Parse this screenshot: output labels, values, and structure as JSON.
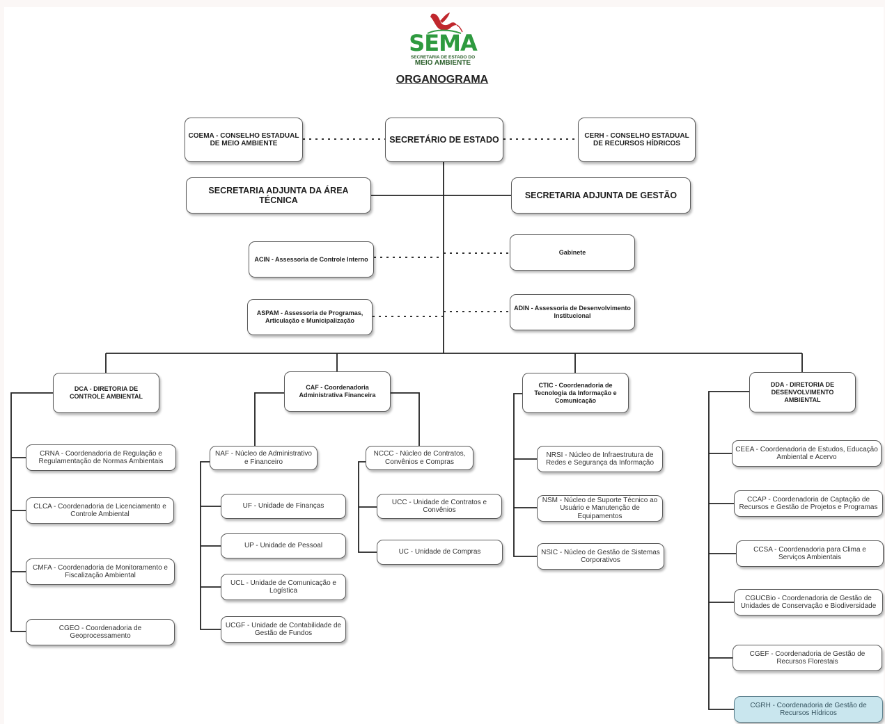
{
  "logo": {
    "name": "SEMA",
    "line1": "SECRETARIA DE ESTADO DO",
    "line2": "MEIO AMBIENTE"
  },
  "title": "ORGANOGRAMA",
  "nodes": {
    "coema": "COEMA - CONSELHO ESTADUAL DE MEIO AMBIENTE",
    "secretario": "SECRETÁRIO DE ESTADO",
    "cerh": "CERH - CONSELHO ESTADUAL DE RECURSOS HÍDRICOS",
    "sat": "SECRETARIA ADJUNTA DA ÁREA TÉCNICA",
    "sag": "SECRETARIA ADJUNTA DE GESTÃO",
    "acin": "ACIN - Assessoria de Controle Interno",
    "gabinete": "Gabinete",
    "aspam": "ASPAM - Assessoria de Programas, Articulação e Municipalização",
    "adin": "ADIN - Assessoria de Desenvolvimento Institucional",
    "dca": "DCA - DIRETORIA DE CONTROLE AMBIENTAL",
    "caf": "CAF - Coordenadoria Administrativa Financeira",
    "ctic": "CTIC - Coordenadoria de Tecnologia da Informação e Comunicação",
    "dda": "DDA - DIRETORIA DE DESENVOLVIMENTO AMBIENTAL",
    "crna": "CRNA - Coordenadoria de Regulação e Regulamentação de Normas Ambientais",
    "clca": "CLCA - Coordenadoria de Licenciamento e Controle Ambiental",
    "cmfa": "CMFA - Coordenadoria de Monitoramento e Fiscalização Ambiental",
    "cgeo": "CGEO - Coordenadoria de Geoprocessamento",
    "naf": "NAF - Núcleo de Administrativo e Financeiro",
    "uf": "UF - Unidade de Finanças",
    "up": "UP - Unidade de Pessoal",
    "ucl": "UCL - Unidade de Comunicação e Logística",
    "ucgf": "UCGF - Unidade de Contabilidade de Gestão de Fundos",
    "nccc": "NCCC - Núcleo de Contratos, Convênios e Compras",
    "ucc": "UCC - Unidade de Contratos e Convênios",
    "uc": "UC - Unidade de Compras",
    "nrsi": "NRSI - Núcleo de Infraestrutura de Redes e Segurança da Informação",
    "nsm": "NSM - Núcleo de Suporte Técnico ao Usuário e Manutenção de Equipamentos",
    "nsic": "NSIC - Núcleo de Gestão de Sistemas Corporativos",
    "ceea": "CEEA - Coordenadoria de Estudos, Educação Ambiental e Acervo",
    "ccap": "CCAP - Coordenadoria de Captação de Recursos e Gestão de Projetos e Programas",
    "ccsa": "CCSA - Coordenadoria para Clima e Serviços Ambientais",
    "cgucbio": "CGUCBio - Coordenadoria de Gestão de Unidades de Conservação e Biodiversidade",
    "cgef": "CGEF - Coordenadoria de Gestão de Recursos Florestais",
    "cgrh": "CGRH - Coordenadoria de Gestão de Recursos Hídricos"
  },
  "colors": {
    "highlight": "#c9e6ee",
    "logo_green": "#2e9a3f",
    "logo_red": "#c0272d"
  }
}
